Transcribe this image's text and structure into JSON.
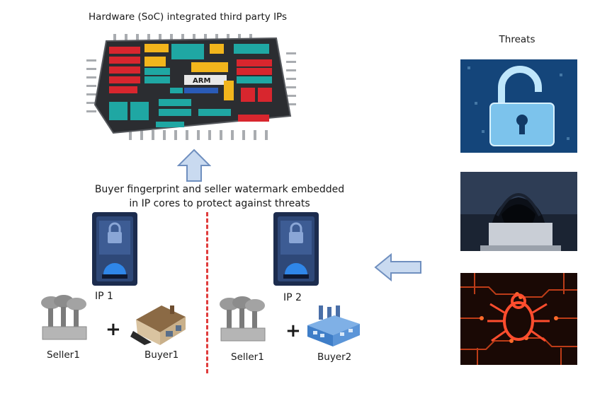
{
  "title": "Hardware (SoC) integrated third party IPs",
  "threats_title": "Threats",
  "caption_line1": "Buyer fingerprint and seller watermark embedded",
  "caption_line2": "in IP cores to protect against threats",
  "ip1_label": "IP 1",
  "ip2_label": "IP 2",
  "plus": "+",
  "left_group": {
    "seller": "Seller1",
    "buyer": "Buyer1"
  },
  "right_group": {
    "seller": "Seller1",
    "buyer": "Buyer2"
  },
  "chip_block_labels": [
    "ARM"
  ],
  "icons": {
    "chip": "soc-chip-icon",
    "arrow_up": "arrow-up-icon",
    "arrow_left": "arrow-left-icon",
    "ip_core": "ip-core-icon",
    "factory": "factory-icon",
    "house": "house-icon",
    "plant": "industrial-plant-icon",
    "lock": "unlocked-padlock-icon",
    "hacker": "hacker-icon",
    "bug": "circuit-bug-icon"
  },
  "colors": {
    "divider": "#e03c3c",
    "arrow_fill": "#c9daf0",
    "arrow_stroke": "#6f8fbf"
  }
}
